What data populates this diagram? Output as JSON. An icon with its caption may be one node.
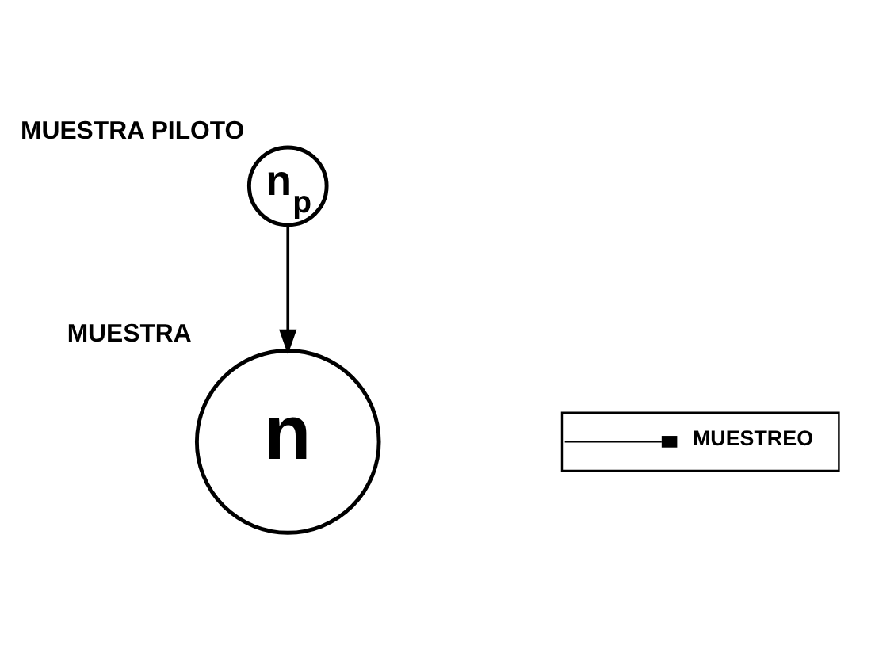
{
  "diagram": {
    "nodes": [
      {
        "text": [
          "MUESTRA PILOTO",
          "n$_{p}$"
        ]
      },
      {
        "text": [
          "n",
          "MUESTRA"
        ]
      }
    ],
    "edges": [
      {
        "from": 0,
        "to": 1,
        "arrow": "to"
      }
    ],
    "legend": [
      {
        "text": "MUESTREO"
      }
    ]
  }
}
